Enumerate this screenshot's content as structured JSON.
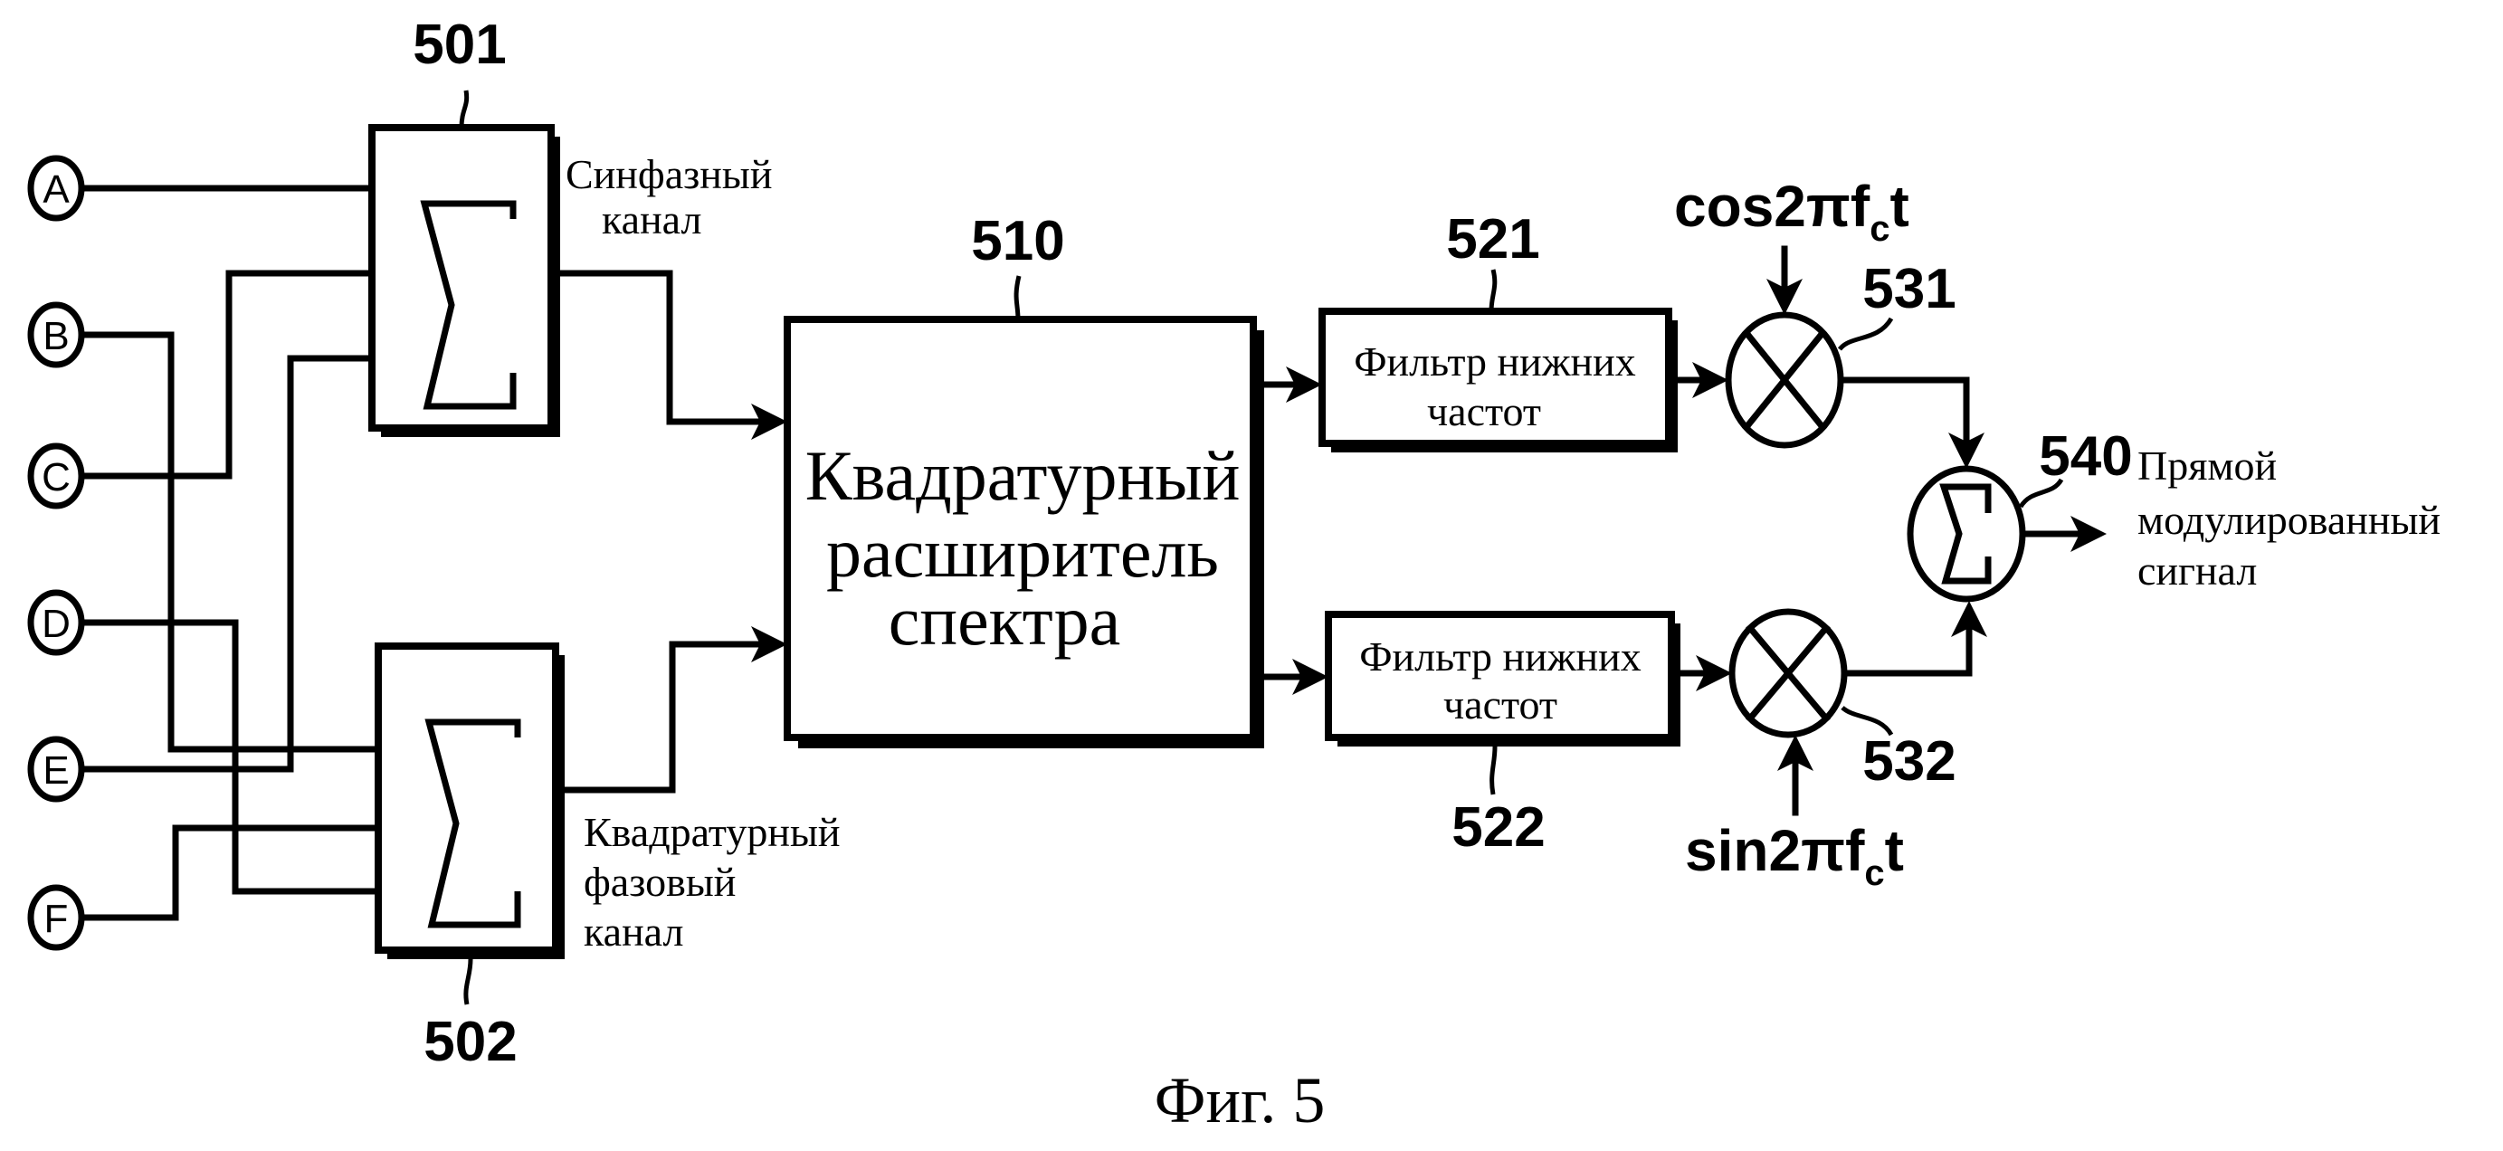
{
  "figure": {
    "caption": "Фиг. 5"
  },
  "inputs": [
    {
      "id": "A",
      "label": "A"
    },
    {
      "id": "B",
      "label": "B"
    },
    {
      "id": "C",
      "label": "C"
    },
    {
      "id": "D",
      "label": "D"
    },
    {
      "id": "E",
      "label": "E"
    },
    {
      "id": "F",
      "label": "F"
    }
  ],
  "blocks": {
    "summer_inphase": {
      "ref": "501",
      "symbol": "Σ",
      "output_label": [
        "Синфазный",
        "канал"
      ]
    },
    "summer_quadrature": {
      "ref": "502",
      "symbol": "Σ",
      "output_label": [
        "Квадратурный",
        "фазовый",
        "канал"
      ]
    },
    "spreader": {
      "ref": "510",
      "label": [
        "Квадратурный",
        "расширитель",
        "спектра"
      ]
    },
    "lpf_upper": {
      "ref": "521",
      "label": [
        "Фильтр нижних",
        "частот"
      ]
    },
    "lpf_lower": {
      "ref": "522",
      "label": [
        "Фильтр нижних",
        "частот"
      ]
    },
    "mixer_upper": {
      "ref": "531",
      "carrier": {
        "main": "cos2πf",
        "sub": "c",
        "tail": "t"
      }
    },
    "mixer_lower": {
      "ref": "532",
      "carrier": {
        "main": "sin2πf",
        "sub": "c",
        "tail": "t"
      }
    },
    "adder": {
      "ref": "540",
      "symbol": "Σ",
      "output_label": [
        "Прямой",
        "модулированный",
        "сигнал"
      ]
    }
  }
}
